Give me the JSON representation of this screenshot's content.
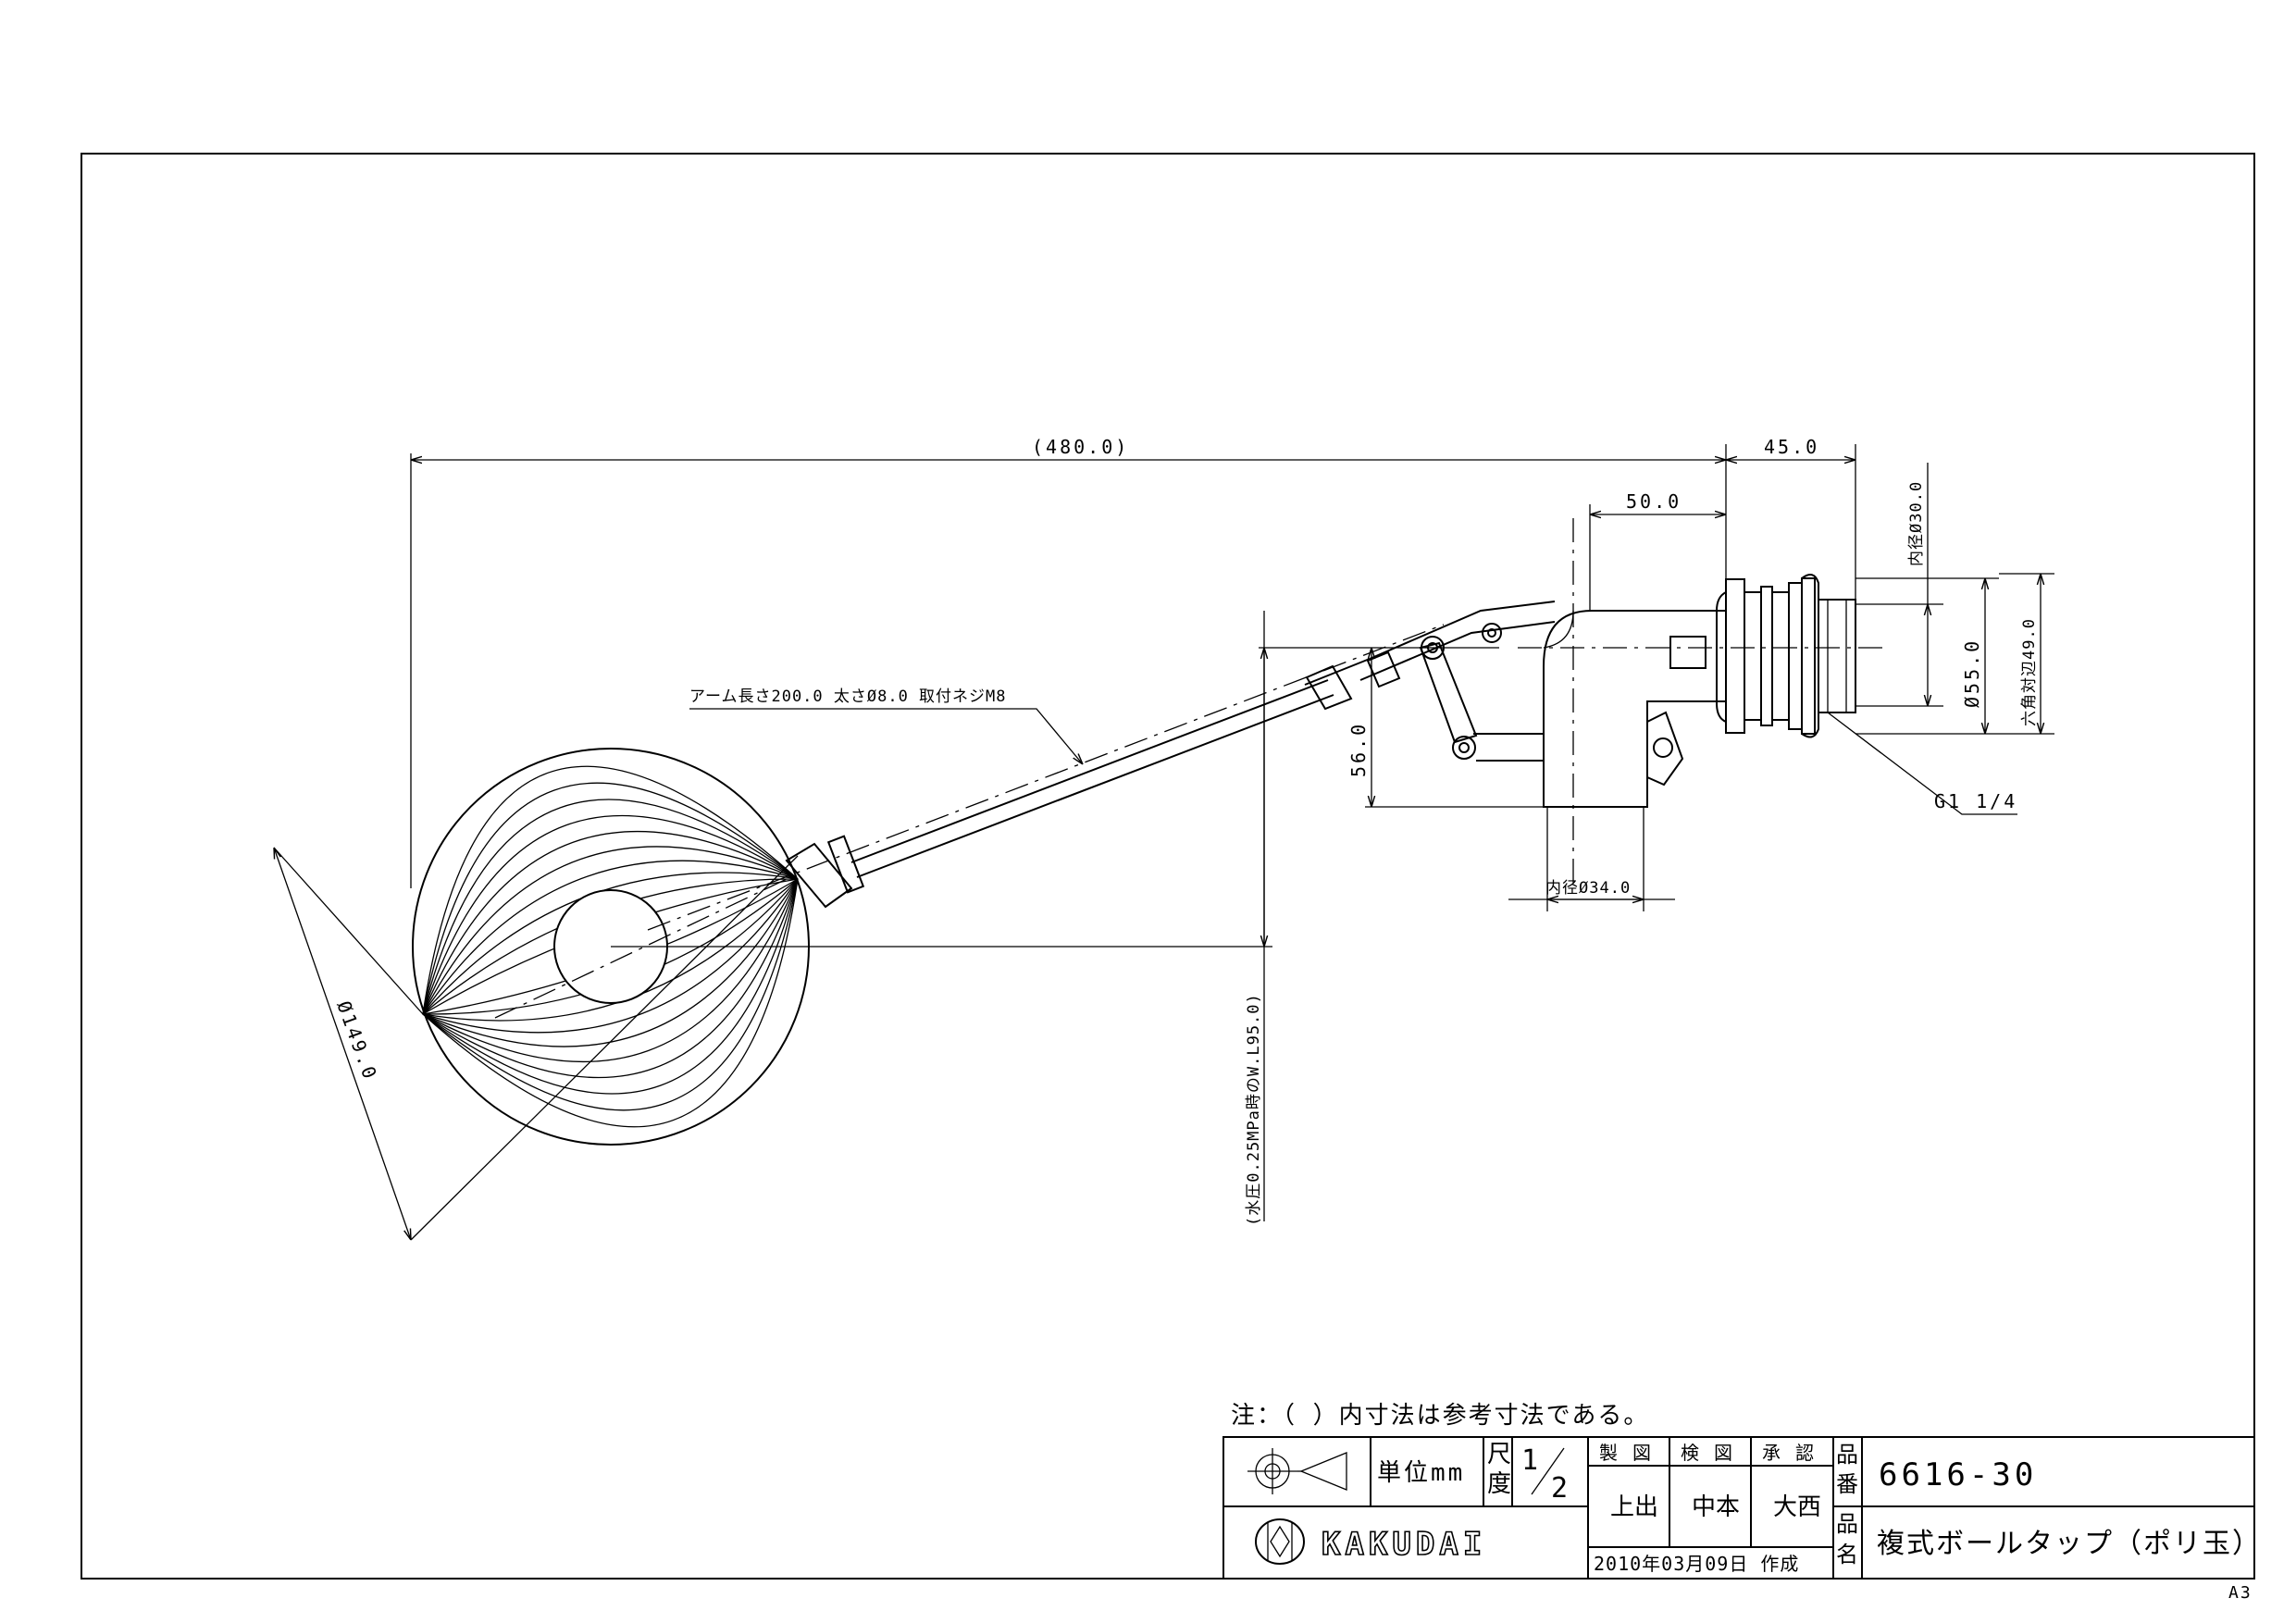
{
  "dimensions": {
    "overall_length": "(480.0)",
    "right_width": "45.0",
    "body_offset": "50.0",
    "vertical_offset": "56.0",
    "ball_diameter": "Ø149.0",
    "inner_dia_top": "内径Ø30.0",
    "outer_dia": "Ø55.0",
    "hex_size": "六角対辺49.0",
    "inner_dia_bottom": "内径Ø34.0",
    "thread": "G1 1/4",
    "arm_note": "アーム長さ200.0 太さØ8.0 取付ネジM8",
    "pressure_note": "(水圧0.25MPa時のW.L95.0)"
  },
  "note": "注：（ ）内寸法は参考寸法である。",
  "sheet_size": "A3",
  "title_block": {
    "unit_label": "単位mm",
    "scale_label": [
      "尺",
      "度"
    ],
    "scale_num": "1",
    "scale_den": "2",
    "made_label": "製 図",
    "checked_label": "検 図",
    "approved_label": "承 認",
    "made_by": "上出",
    "checked_by": "中本",
    "approved_by": "大西",
    "date": "2010年03月09日 作成",
    "part_no_label": [
      "品",
      "番"
    ],
    "part_name_label": [
      "品",
      "名"
    ],
    "part_no": "6616-30",
    "part_name": "複式ボールタップ（ポリ玉）",
    "brand": "KAKUDAI",
    "projection_icon": "third-angle-projection-icon",
    "logo_icon": "kakudai-logo-icon"
  }
}
